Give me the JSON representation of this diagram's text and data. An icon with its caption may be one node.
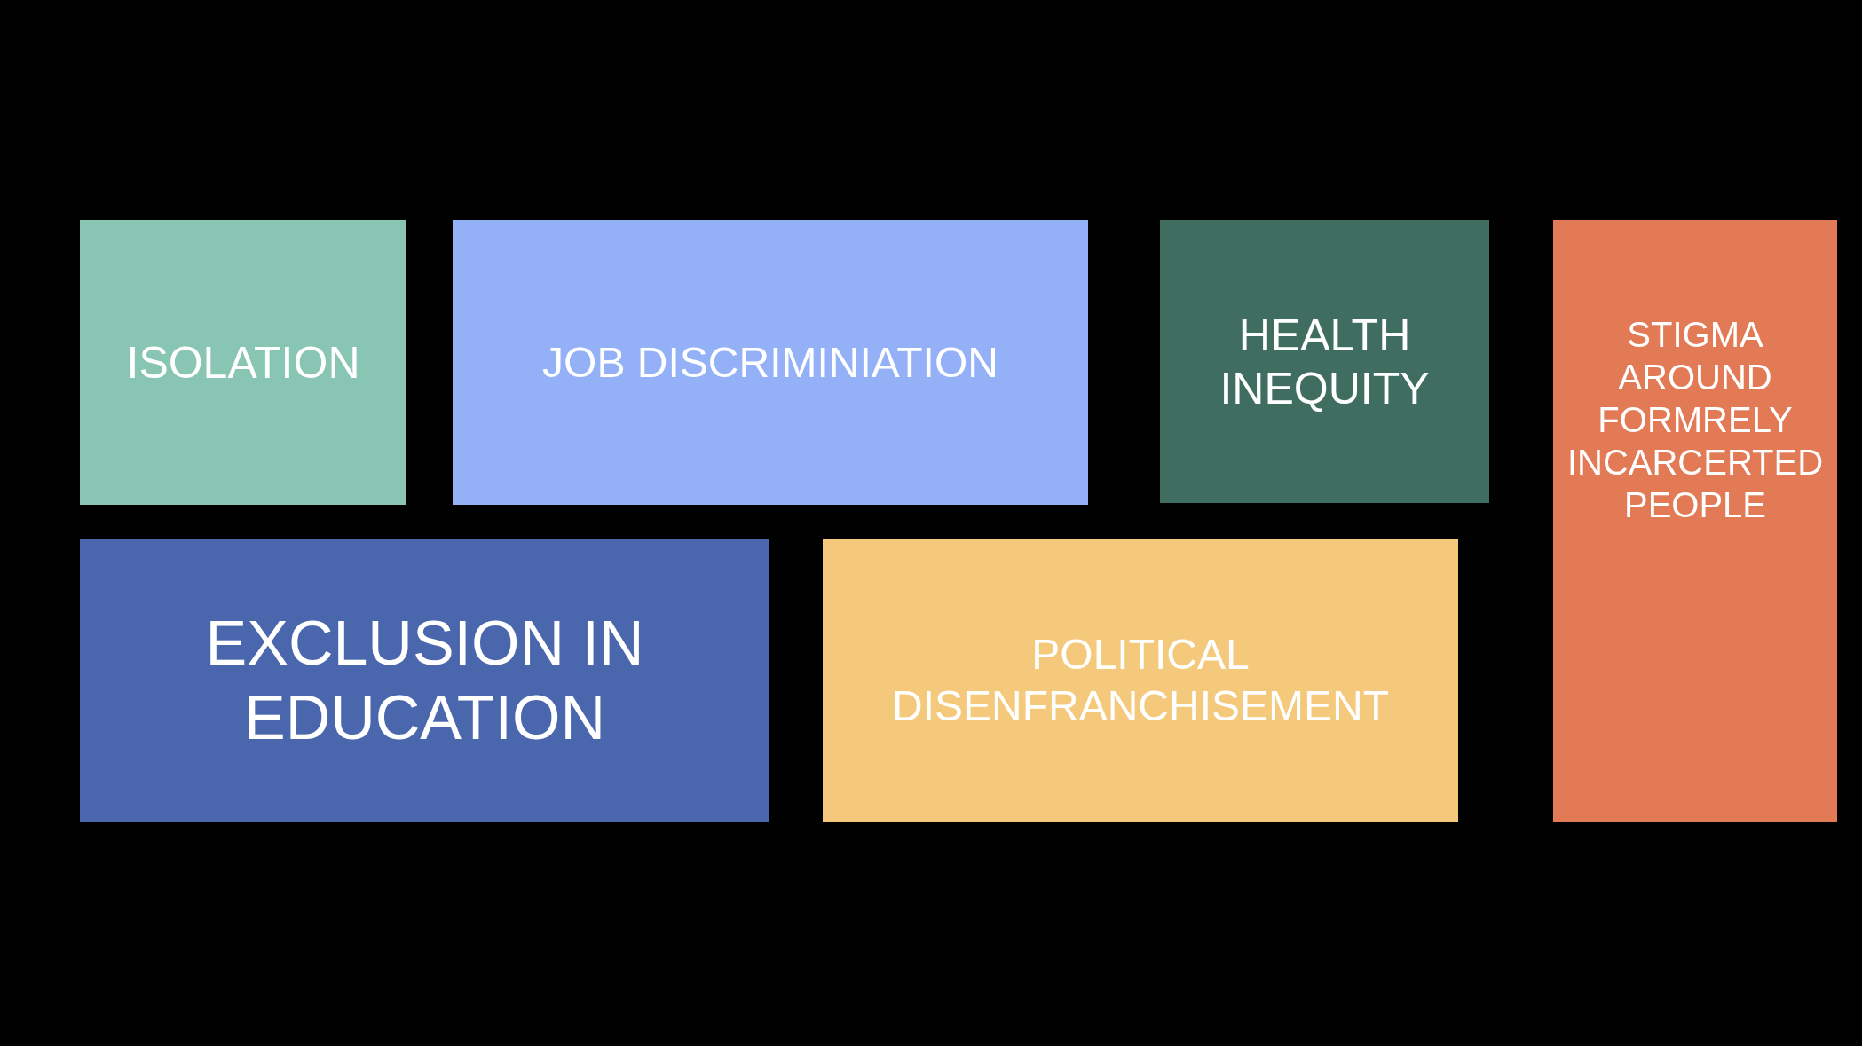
{
  "diagram": {
    "nodes": [
      {
        "text": [
          "ISOLATION"
        ]
      },
      {
        "text": [
          "JOB DISCRIMINIATION"
        ]
      },
      {
        "text": [
          "HEALTH INEQUITY"
        ]
      },
      {
        "text": [
          "STIGMA AROUND FORMRELY INCARCERTED PEOPLE"
        ]
      },
      {
        "text": [
          "EXCLUSION IN EDUCATION"
        ]
      },
      {
        "text": [
          "POLITICAL DISENFRANCHISEMENT"
        ]
      }
    ]
  }
}
